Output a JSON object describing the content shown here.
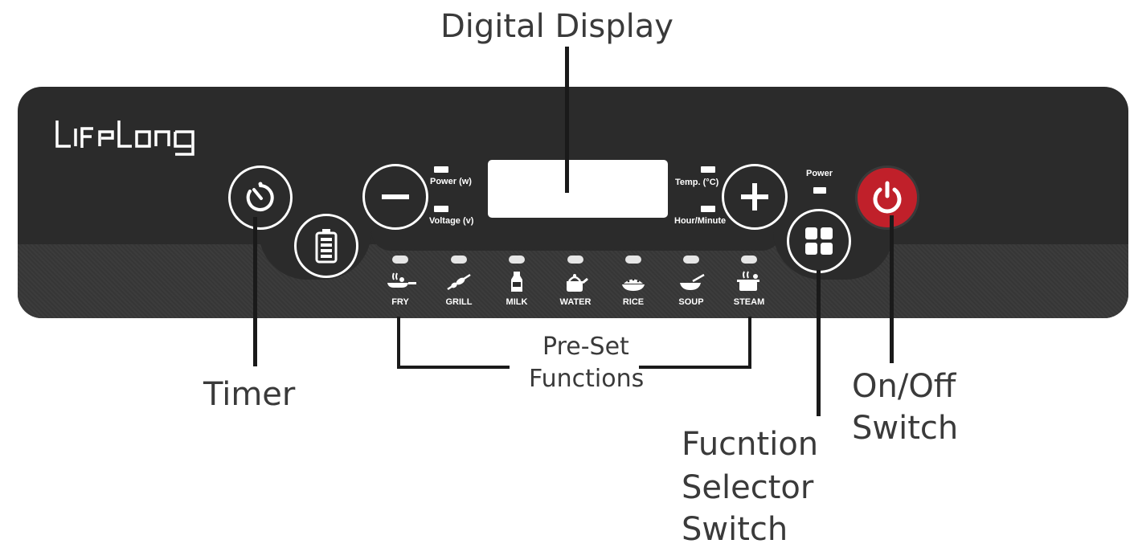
{
  "brand": "lifelong",
  "callouts": {
    "digital_display": "Digital Display",
    "timer": "Timer",
    "preset_line1": "Pre-Set",
    "preset_line2": "Functions",
    "on_off_line1": "On/Off",
    "on_off_line2": "Switch",
    "selector_line1": "Fucntion",
    "selector_line2": "Selector",
    "selector_line3": "Switch"
  },
  "panel_labels": {
    "power_w": "Power (w)",
    "voltage_v": "Voltage (v)",
    "temp_c": "Temp. (°C)",
    "hour_minute": "Hour/Minute",
    "power": "Power"
  },
  "presets": [
    {
      "label": "FRY",
      "icon": "fry-icon"
    },
    {
      "label": "GRILL",
      "icon": "grill-icon"
    },
    {
      "label": "MILK",
      "icon": "milk-icon"
    },
    {
      "label": "WATER",
      "icon": "water-icon"
    },
    {
      "label": "RICE",
      "icon": "rice-icon"
    },
    {
      "label": "SOUP",
      "icon": "soup-icon"
    },
    {
      "label": "STEAM",
      "icon": "steam-icon"
    }
  ],
  "buttons": {
    "timer": "timer-icon",
    "battery": "battery-icon",
    "minus": "minus-icon",
    "plus": "plus-icon",
    "function_selector": "grid-icon",
    "power": "power-icon"
  },
  "colors": {
    "panel": "#2b2b2b",
    "power_button": "#c0202a",
    "callout_text": "#3a3a3a",
    "led": "#ffffff"
  }
}
